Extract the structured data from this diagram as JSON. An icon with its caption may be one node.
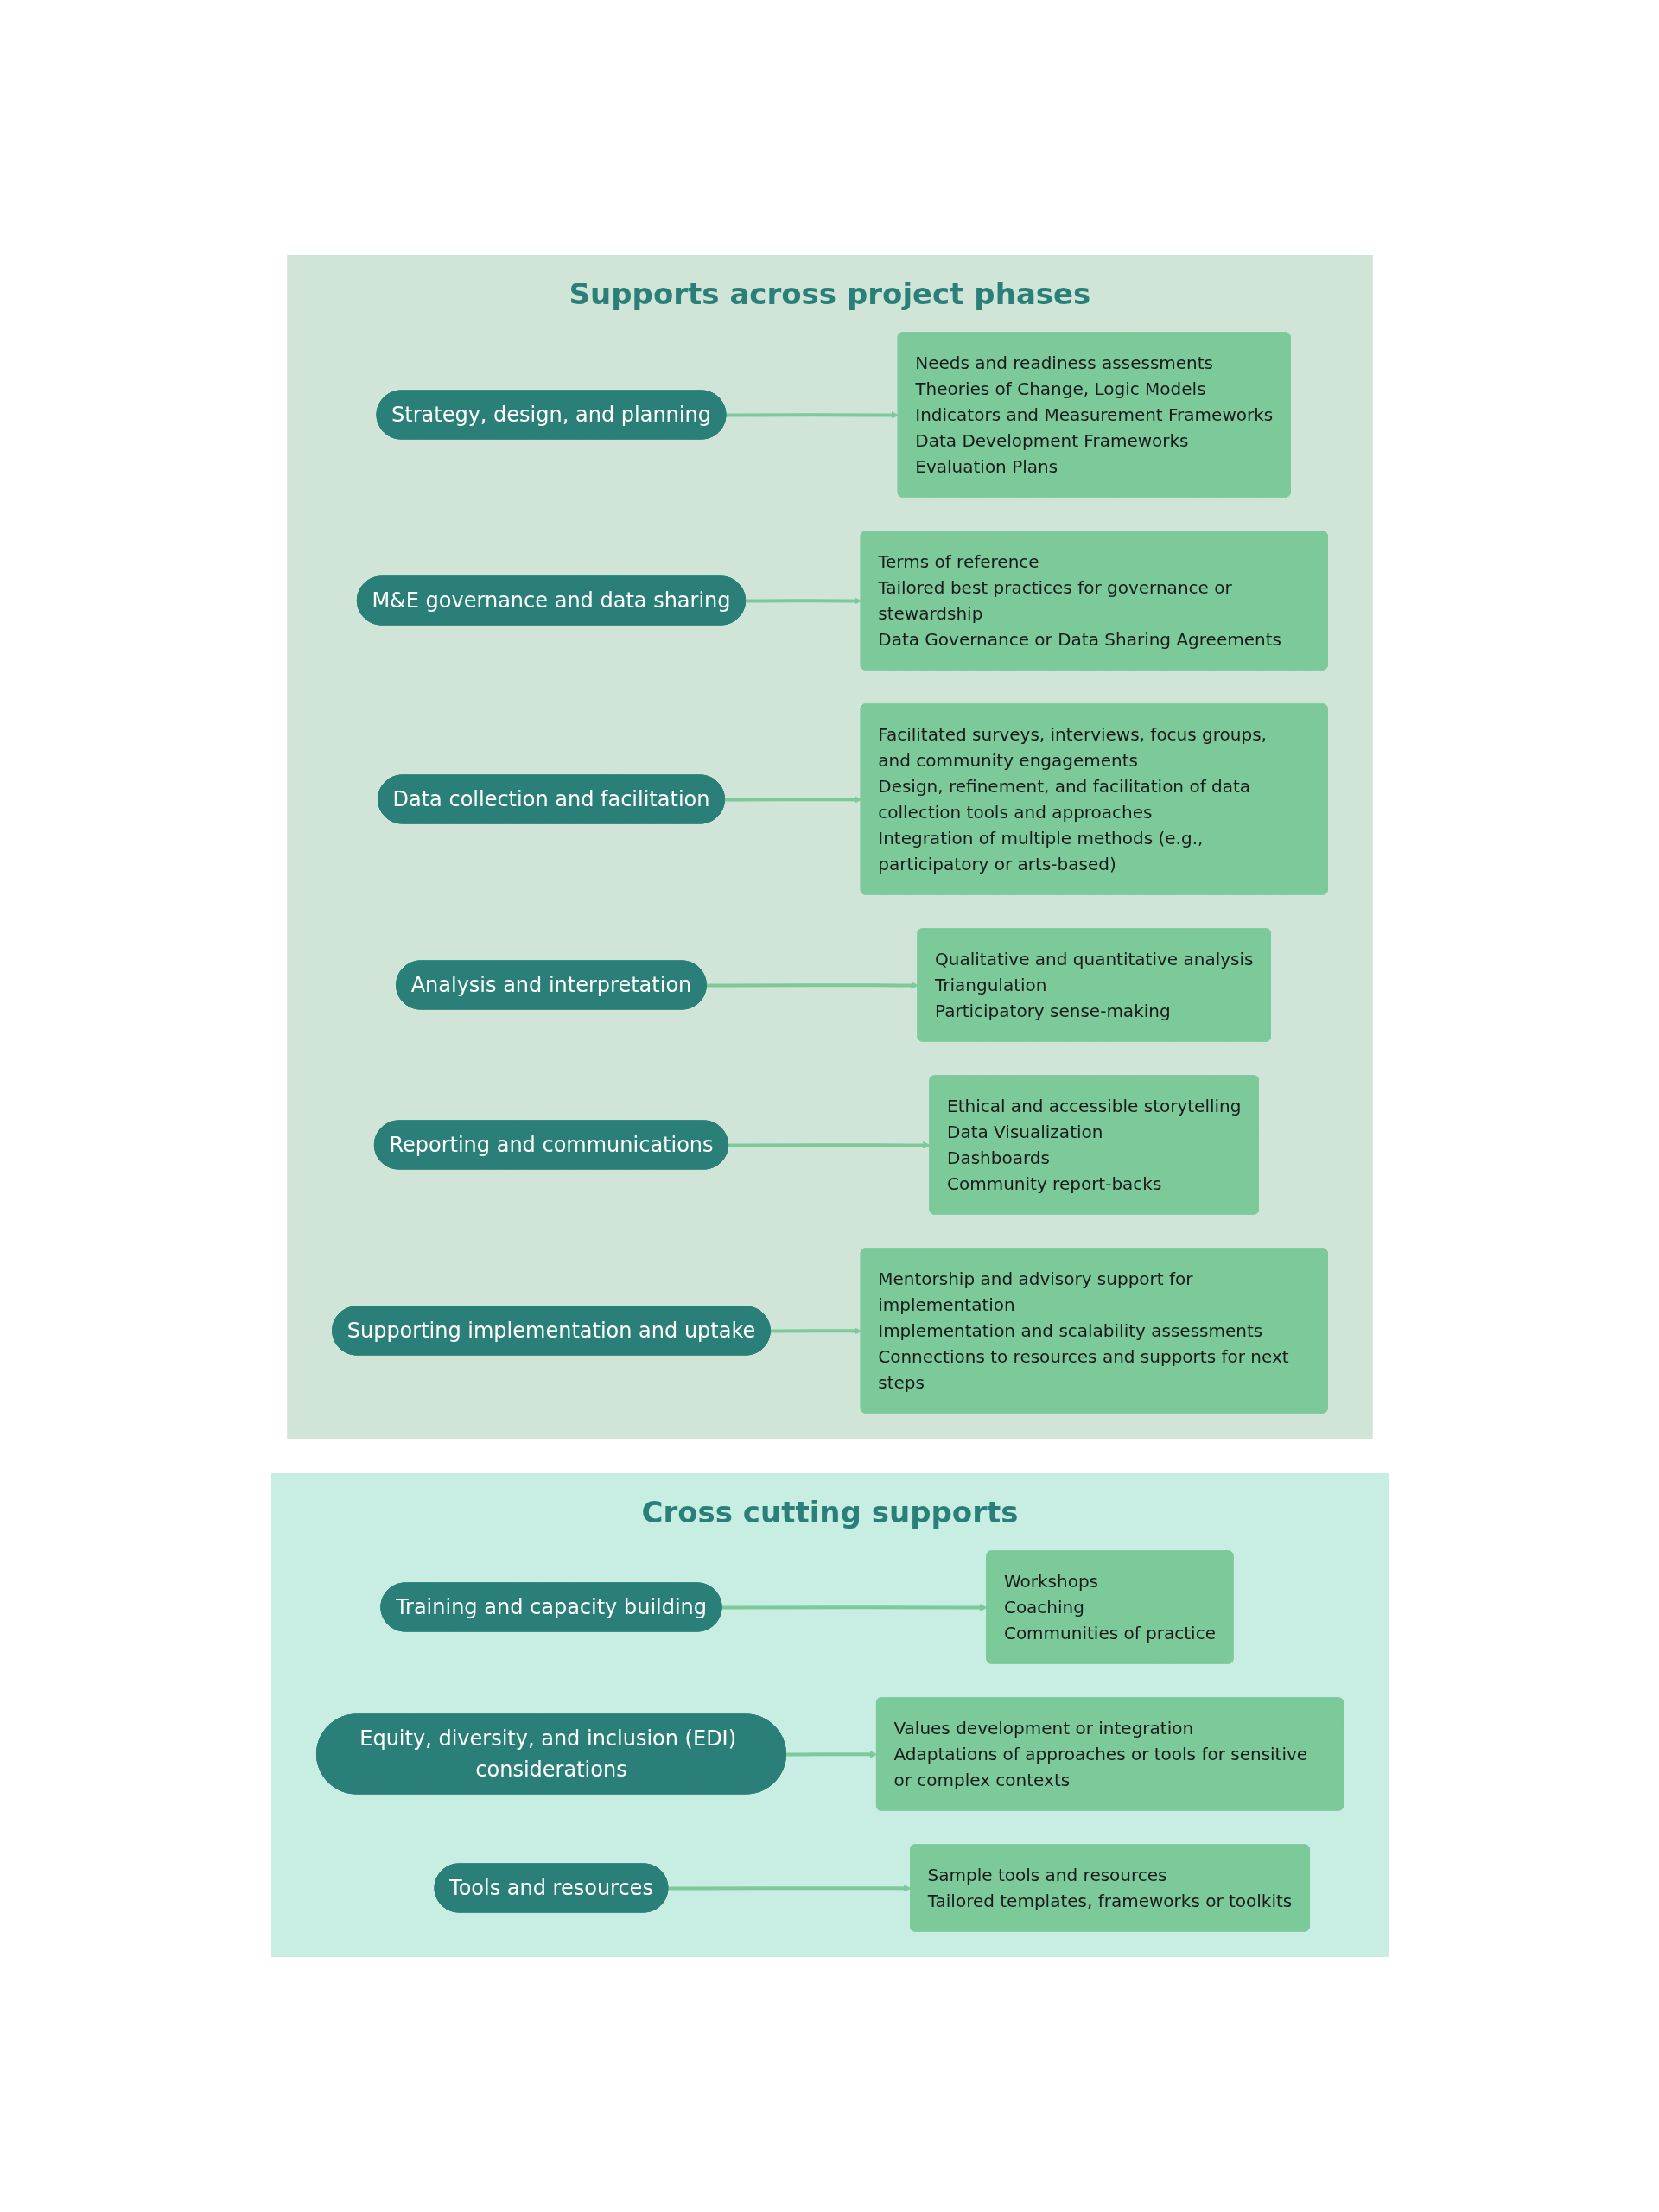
{
  "diagram": {
    "nodes": [
      {
        "text": [
          "Cross cutting supports"
        ]
      },
      {
        "text": [
          "Training and capacity building"
        ],
        "in": 0
      },
      {
        "text": [
          "Workshops",
          "Coaching",
          "Communities of practice"
        ],
        "in": 0
      },
      {
        "text": [
          "Equity, diversity, and inclusion (EDI) considerations"
        ],
        "in": 0
      },
      {
        "text": [
          "Values development or integration",
          "Adaptations of approaches or tools for sensitive or complex contexts"
        ],
        "in": 0
      },
      {
        "text": [
          "Tools and resources"
        ],
        "in": 0
      },
      {
        "text": [
          "Sample tools and resources",
          "Tailored templates, frameworks or toolkits"
        ],
        "in": 0
      },
      {
        "text": [
          "Supports across project phases"
        ]
      },
      {
        "text": [
          "Strategy, design, and planning"
        ],
        "in": 7
      },
      {
        "text": [
          "Needs and readiness assessments",
          "Theories of Change, Logic Models",
          "Indicators and Measurement Frameworks",
          "Data Development Frameworks",
          "Evaluation Plans"
        ],
        "in": 7
      },
      {
        "text": [
          "M&E governance and data sharing"
        ],
        "in": 7
      },
      {
        "text": [
          "Terms of reference",
          "Tailored best practices for governance or stewardship",
          "Data Governance or Data Sharing Agreements"
        ],
        "in": 7
      },
      {
        "text": [
          "Data collection and facilitation"
        ],
        "in": 7
      },
      {
        "text": [
          "Facilitated surveys, interviews, focus groups, and community engagements",
          "Design, refinement, and facilitation of data collection tools and approaches",
          "Integration of multiple methods (e.g., participatory or arts-based)"
        ],
        "in": 7
      },
      {
        "text": [
          "Analysis and interpretation"
        ],
        "in": 7
      },
      {
        "text": [
          "Qualitative and quantitative analysis",
          "Triangulation",
          "Participatory sense-making"
        ],
        "in": 7
      },
      {
        "text": [
          "Reporting and communications"
        ],
        "in": 7
      },
      {
        "text": [
          "Ethical and accessible storytelling",
          "Data Visualization",
          "Dashboards",
          "Community report-backs"
        ],
        "in": 7
      },
      {
        "text": [
          "Supporting implementation and uptake"
        ],
        "in": 7
      },
      {
        "text": [
          "Mentorship and advisory support for implementation",
          "Implementation and scalability assessments",
          "Connections to resources and supports for next steps"
        ],
        "in": 7
      }
    ],
    "edges": [
      {
        "from": 1,
        "to": 2,
        "arrow": "to"
      },
      {
        "from": 3,
        "to": 4,
        "arrow": "to"
      },
      {
        "from": 5,
        "to": 6,
        "arrow": "to"
      },
      {
        "from": 8,
        "to": 9,
        "arrow": "to"
      },
      {
        "from": 10,
        "to": 11,
        "arrow": "to"
      },
      {
        "from": 12,
        "to": 13,
        "arrow": "to"
      },
      {
        "from": 14,
        "to": 15,
        "arrow": "to"
      },
      {
        "from": 16,
        "to": 17,
        "arrow": "to"
      },
      {
        "from": 18,
        "to": 19,
        "arrow": "to"
      }
    ]
  }
}
